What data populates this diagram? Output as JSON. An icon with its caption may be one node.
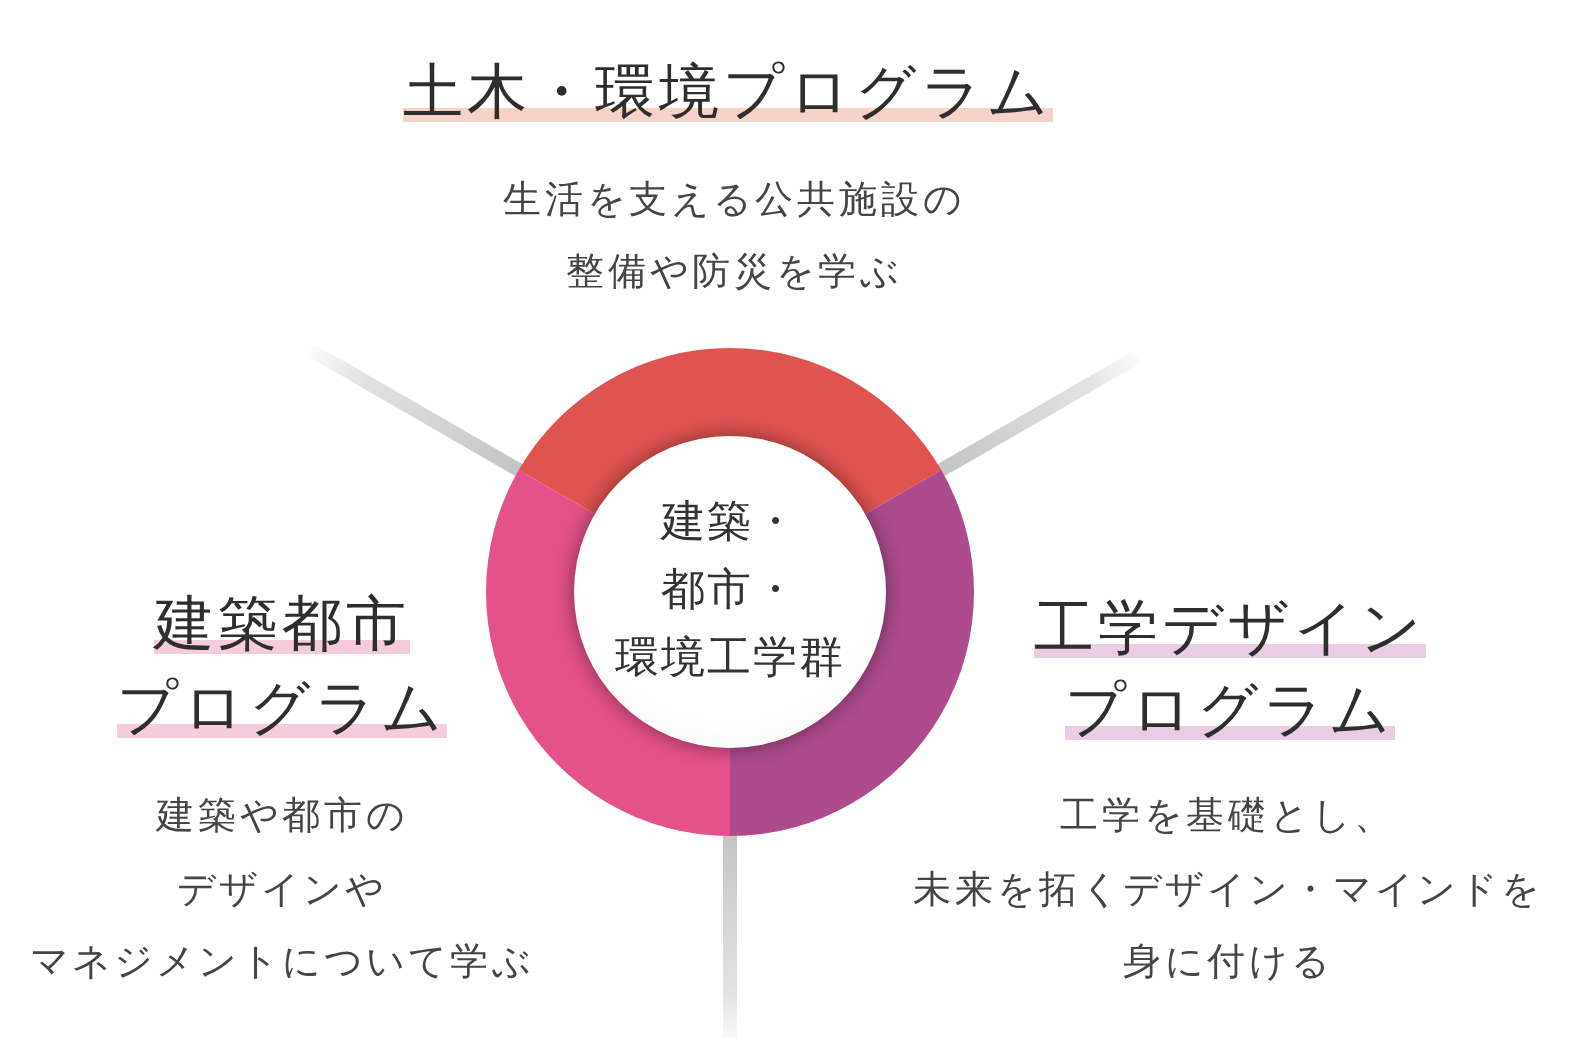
{
  "diagram": {
    "nodes": [
      {
        "text": [
          "建築・都市・環境工学群"
        ]
      },
      {
        "text": [],
        "shape": "arc"
      },
      {
        "text": [],
        "shape": "arc"
      },
      {
        "text": [],
        "shape": "arc"
      }
    ],
    "labels": [
      "土木・環境プログラム",
      "生活を支える公共施設の整備や防災を学ぶ",
      "建築都市プログラム",
      "建築や都市のデザインやマネジメントについて学ぶ",
      "工学デザインプログラム",
      "工学を基礎とし、未来を拓くデザイン・マインドを身に付ける"
    ]
  }
}
